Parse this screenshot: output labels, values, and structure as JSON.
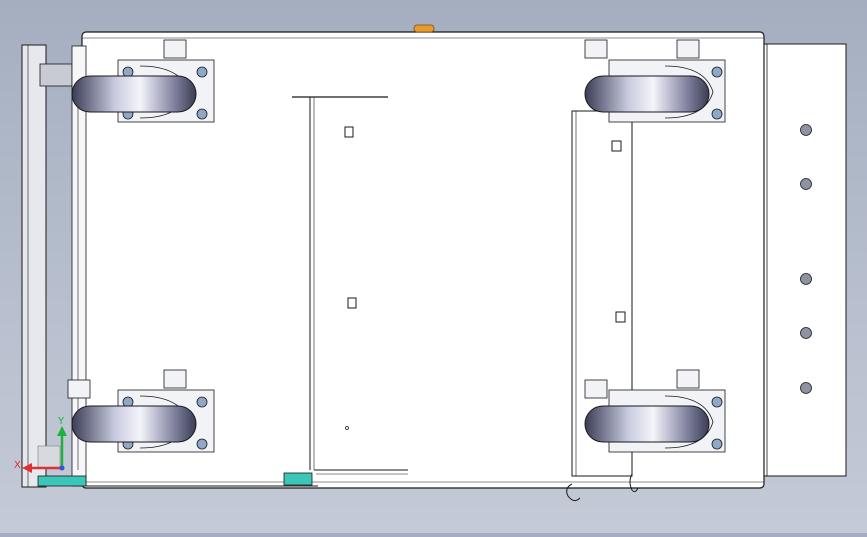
{
  "viewport": {
    "background_top": "#a5aec0",
    "background_bottom": "#c4cad6"
  },
  "colors": {
    "line": "#1a1a1a",
    "plate": "#ffffff",
    "rail": "#e6e8ee",
    "wheel_dark": "#3b3d55",
    "wheel_light": "#c9cbe0",
    "bracket": "#f2f3f6",
    "hole": "#8fa8c8",
    "accent_teal": "#3cc6b8",
    "accent_orange": "#e89a2a",
    "side_hole": "#8d93a3"
  },
  "parts": {
    "casters": [
      {
        "id": "caster-top-left"
      },
      {
        "id": "caster-top-right"
      },
      {
        "id": "caster-bottom-left"
      },
      {
        "id": "caster-bottom-right"
      }
    ],
    "side_panel_holes": 5
  },
  "triad": {
    "x_label": "X",
    "y_label": "Y",
    "x_color": "#e03030",
    "y_color": "#20b040",
    "z_color": "#3050e0"
  }
}
